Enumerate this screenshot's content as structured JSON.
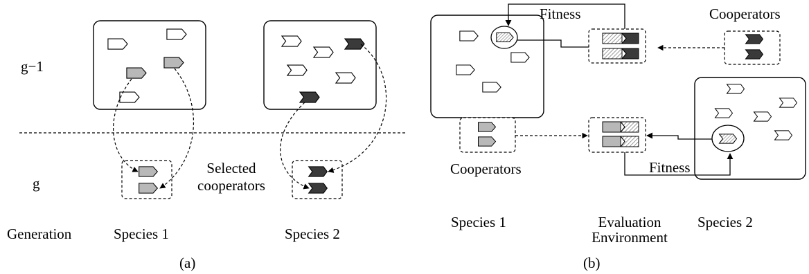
{
  "panel_a": {
    "row_upper": "g−1",
    "row_lower": "g",
    "generation_label": "Generation",
    "species1_label": "Species 1",
    "species2_label": "Species 2",
    "selected_label_line1": "Selected",
    "selected_label_line2": "cooperators",
    "caption": "(a)"
  },
  "panel_b": {
    "fitness_top": "Fitness",
    "fitness_bottom": "Fitness",
    "cooperators_top": "Cooperators",
    "cooperators_bottom": "Cooperators",
    "species1_label": "Species 1",
    "eval_line1": "Evaluation",
    "eval_line2": "Environment",
    "species2_label": "Species 2",
    "caption": "(b)"
  },
  "colors": {
    "species1_fill": "#b8b8b8",
    "species2_fill": "#3a3a3a",
    "hatch": "#9a9a9a"
  }
}
